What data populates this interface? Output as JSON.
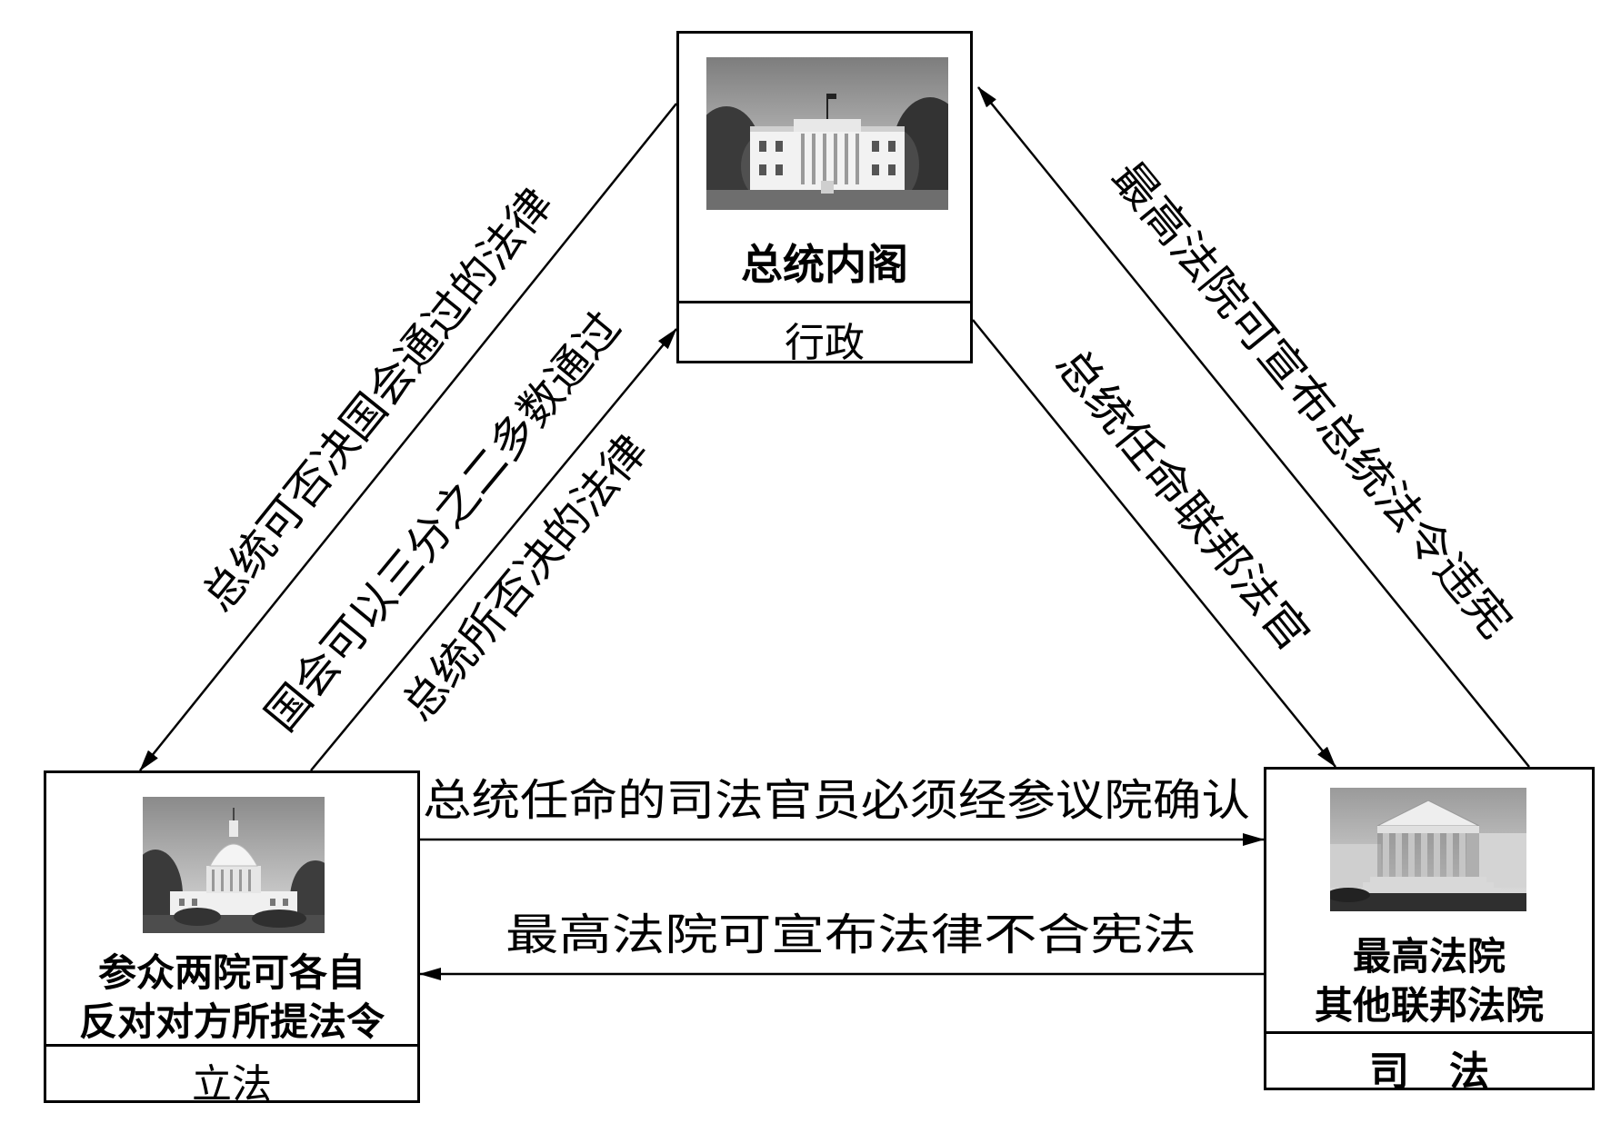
{
  "executive": {
    "name": "总统内阁",
    "branch": "行政",
    "photo_icon": "white-house-photo"
  },
  "legislative": {
    "name_line1": "参众两院可各自",
    "name_line2": "反对对方所提法令",
    "branch": "立法",
    "photo_icon": "capitol-photo"
  },
  "judicial": {
    "name_line1": "最高法院",
    "name_line2": "其他联邦法院",
    "branch": "司　法",
    "photo_icon": "supreme-court-photo"
  },
  "edges": {
    "veto": "总统可否决国会通过的法律",
    "override": "国会可以三分之二多数通过",
    "override_2": "总统所否决的法律",
    "appoint_judges": "总统任命联邦法官",
    "review_orders": "最高法院可宣布总统法令违宪",
    "senate_confirm": "总统任命的司法官员必须经参议院确认",
    "review_laws": "最高法院可宣布法律不合宪法"
  }
}
